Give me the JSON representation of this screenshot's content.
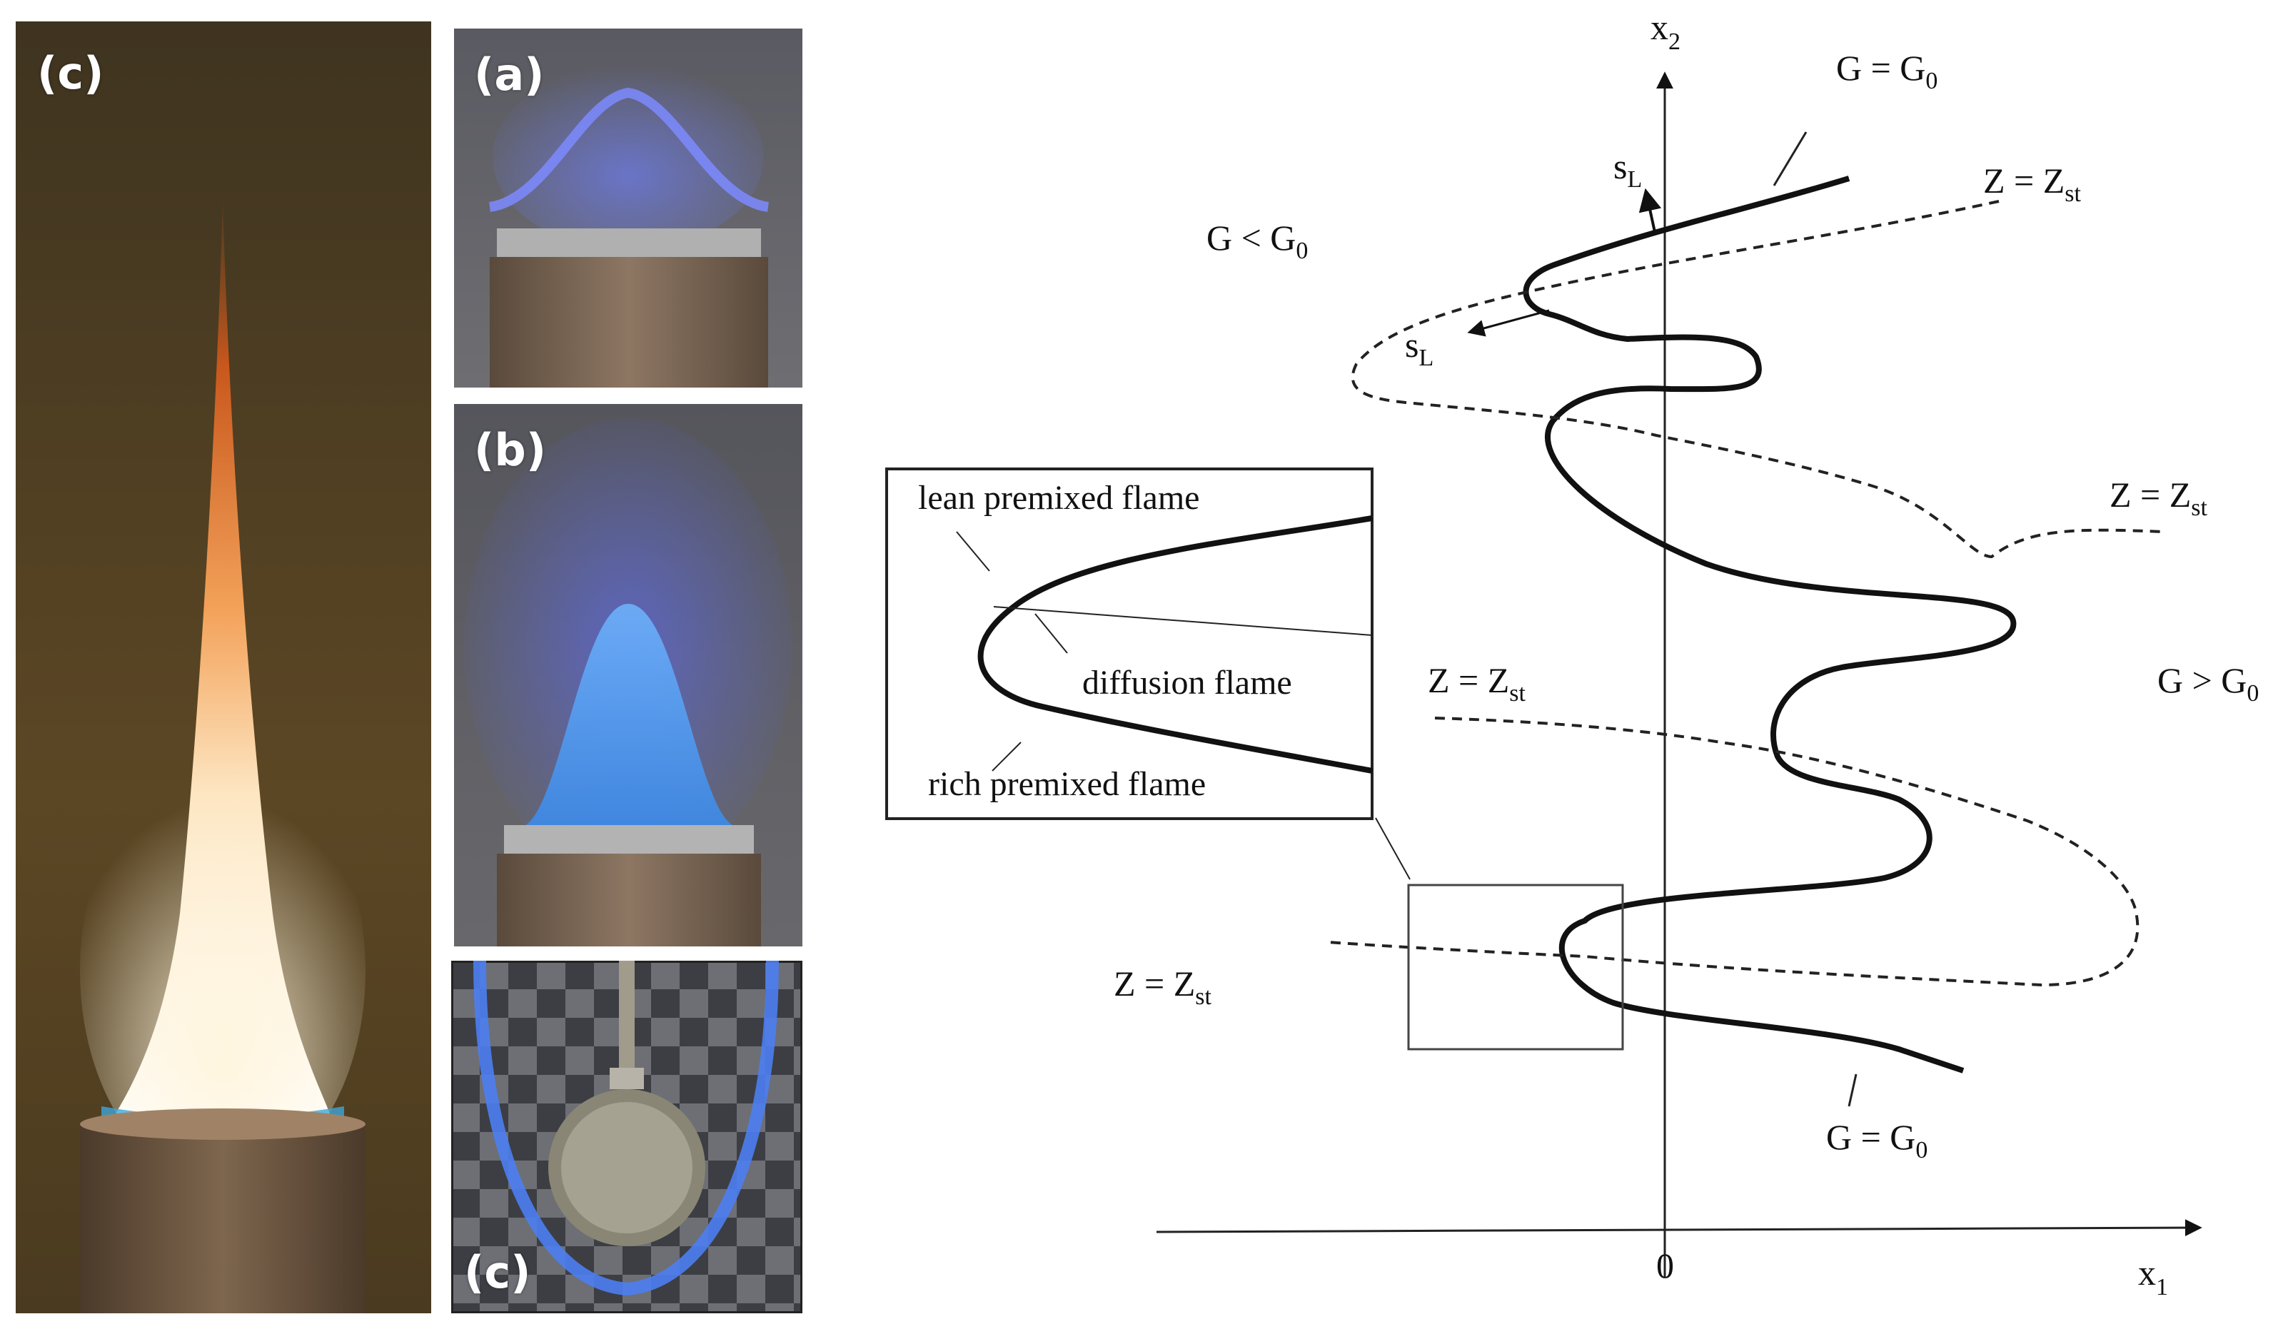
{
  "photos": {
    "left": {
      "label": "(c)"
    },
    "top": {
      "label": "(a)"
    },
    "middle": {
      "label": "(b)"
    },
    "bottom": {
      "label": "(c)"
    }
  },
  "diagram": {
    "axis_x2": {
      "main": "x",
      "sub": "2"
    },
    "axis_x1": {
      "main": "x",
      "sub": "1"
    },
    "origin": "0",
    "G_eq_G0_top": {
      "main": "G = G",
      "sub": "0"
    },
    "G_eq_G0_bottom": {
      "main": "G = G",
      "sub": "0"
    },
    "G_lt_G0": {
      "main": "G < G",
      "sub": "0"
    },
    "G_gt_G0": {
      "main": "G > G",
      "sub": "0"
    },
    "sL_top": {
      "main": "s",
      "sub": "L"
    },
    "sL_mid": {
      "main": "s",
      "sub": "L"
    },
    "Zst_1": {
      "main": "Z = Z",
      "sub": "st"
    },
    "Zst_2": {
      "main": "Z = Z",
      "sub": "st"
    },
    "Zst_3": {
      "main": "Z = Z",
      "sub": "st"
    },
    "Zst_4": {
      "main": "Z = Z",
      "sub": "st"
    },
    "inset": {
      "lean": "lean premixed flame",
      "diffusion": "diffusion flame",
      "rich": "rich premixed flame"
    }
  }
}
